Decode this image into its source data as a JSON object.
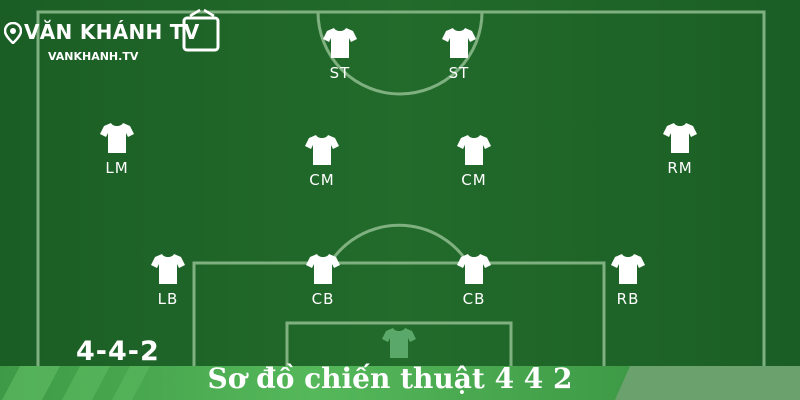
{
  "brand": {
    "name": "VĂN KHÁNH TV",
    "url": "VANKHANH.TV"
  },
  "formation": "4-4-2",
  "caption": "Sơ đồ chiến thuật 4 4 2",
  "colors": {
    "pitch": "#1f6628",
    "lines": "#8fbf8f",
    "jersey": "#ffffff",
    "goalkeeper_jersey": "#5aa86a",
    "banner": "#4caf50"
  },
  "players": [
    {
      "id": "st-left",
      "position": "ST"
    },
    {
      "id": "st-right",
      "position": "ST"
    },
    {
      "id": "lm",
      "position": "LM"
    },
    {
      "id": "cm-left",
      "position": "CM"
    },
    {
      "id": "cm-right",
      "position": "CM"
    },
    {
      "id": "rm",
      "position": "RM"
    },
    {
      "id": "lb",
      "position": "LB"
    },
    {
      "id": "cb-left",
      "position": "CB"
    },
    {
      "id": "cb-right",
      "position": "CB"
    },
    {
      "id": "rb",
      "position": "RB"
    },
    {
      "id": "gk",
      "position": ""
    }
  ]
}
